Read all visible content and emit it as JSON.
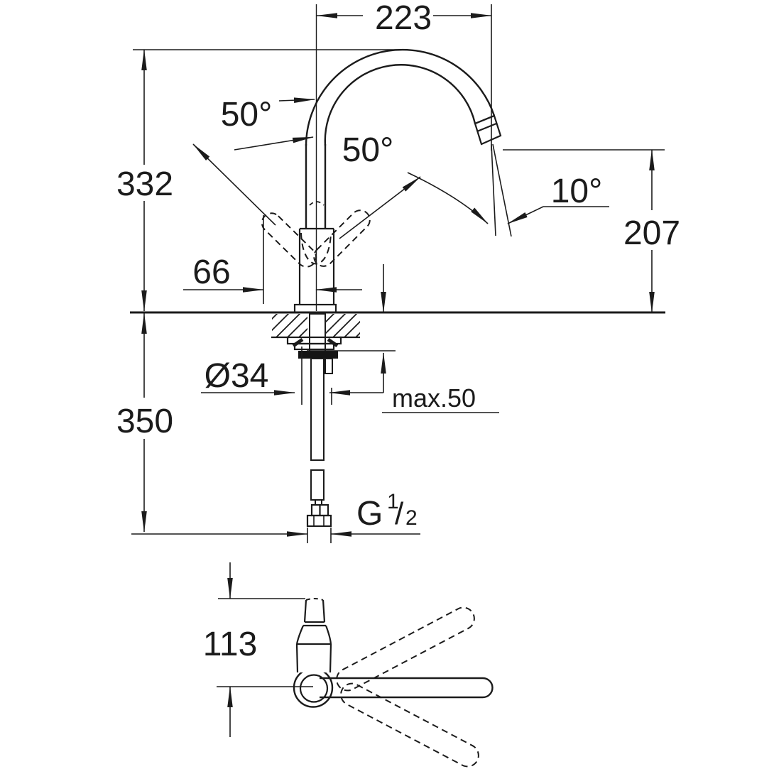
{
  "page": {
    "background": "#ffffff",
    "line_color": "#1b1b1b"
  },
  "front_view": {
    "spout_reach_mm": "223",
    "height_to_spout_top_mm": "332",
    "spout_outlet_height_mm": "207",
    "below_counter_length_mm": "350",
    "handle_side_offset_mm": "66",
    "mounting_hole_diameter": "Ø34",
    "max_counter_thickness": "max.50",
    "handle_swing_angle": "50°",
    "spout_swivel_angle": "50°",
    "outlet_angle": "10°",
    "thread_size": {
      "letter": "G",
      "numerator": "1",
      "slash": "/",
      "denominator": "2"
    }
  },
  "top_view": {
    "handle_length_mm": "113"
  }
}
